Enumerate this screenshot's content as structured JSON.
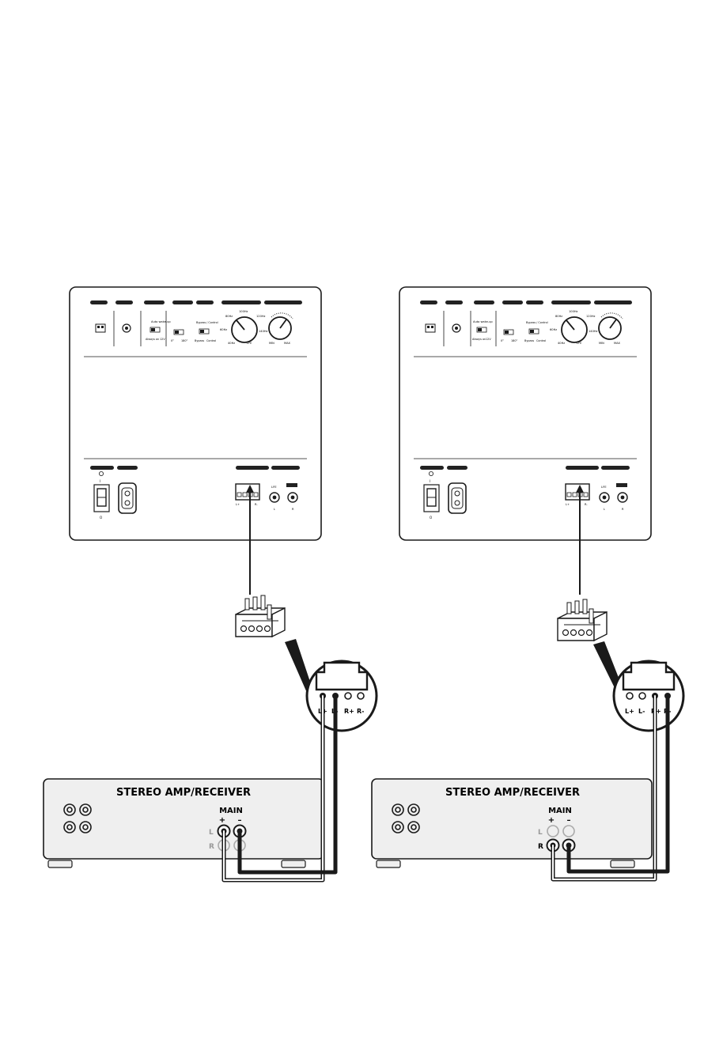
{
  "colors": {
    "stroke": "#1a1a1a",
    "panel_fill": "#ffffff",
    "amp_fill": "#efefef",
    "label_pill": "#222222"
  },
  "icons": [
    "speaker-terminal-plug-icon",
    "power-switch-icon",
    "power-inlet-icon",
    "rca-jack-icon",
    "knob-icon",
    "slide-switch-icon"
  ],
  "subwoofer_panel": {
    "controls": {
      "auto_wake": "Auto wake-up",
      "auto_wake_a": "Always on",
      "auto_wake_b": "12V",
      "phase_a": "0°",
      "phase_b": "180°",
      "bypass": "Bypass / Control",
      "bypass_a": "Bypass",
      "bypass_b": "Control",
      "freq_80": "80Hz",
      "freq_100": "100Hz",
      "freq_120": "120Hz",
      "freq_60": "60Hz",
      "freq_140": "140Hz",
      "freq_lfe": "LFE",
      "freq_40": "40Hz",
      "vol_min": "MIN",
      "vol_max": "MAX"
    },
    "inputs": {
      "speaker_l": "L+",
      "speaker_r": "R-",
      "lfe": "LFE",
      "line_l": "L",
      "line_r": "R",
      "power_off": "O",
      "power_on": "I"
    }
  },
  "terminal_labels": [
    "L+",
    "L-",
    "R+",
    "R-"
  ],
  "amp": {
    "title": "STEREO AMP/RECEIVER",
    "main": "MAIN",
    "plus": "+",
    "minus": "–",
    "left": "L",
    "right": "R"
  },
  "diagrams": [
    {
      "id": "left",
      "connected_channel": "L"
    },
    {
      "id": "right",
      "connected_channel": "R"
    }
  ]
}
